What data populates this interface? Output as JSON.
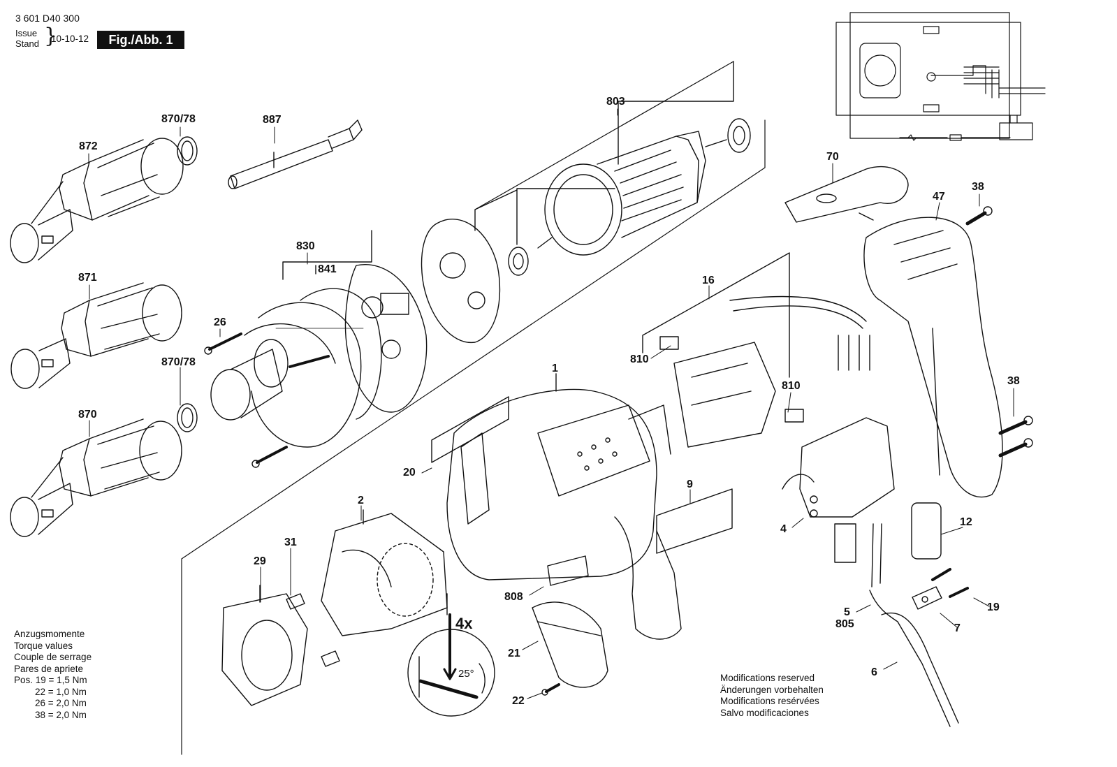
{
  "header": {
    "part_number": "3 601 D40 300",
    "issue_label": "Issue",
    "stand_label": "Stand",
    "date": "10-10-12",
    "figure_label": "Fig./Abb. 1"
  },
  "parts": {
    "p872": "872",
    "p870_78_a": "870/78",
    "p887": "887",
    "p803": "803",
    "p70": "70",
    "p38_a": "38",
    "p47": "47",
    "p871": "871",
    "p830": "830",
    "p841": "841",
    "p16": "16",
    "p26": "26",
    "p810_a": "810",
    "p870_78_b": "870/78",
    "p810_b": "810",
    "p870": "870",
    "p1": "1",
    "p38_b": "38",
    "p20": "20",
    "p9": "9",
    "p2": "2",
    "p31": "31",
    "p29": "29",
    "p4": "4",
    "p12": "12",
    "p808": "808",
    "p5": "5",
    "p805": "805",
    "p19": "19",
    "p7": "7",
    "p21": "21",
    "p6": "6",
    "p22": "22"
  },
  "detail": {
    "quantity": "4x",
    "angle": "25°"
  },
  "torque": {
    "lines": [
      "Anzugsmomente",
      "Torque values",
      "Couple de serrage",
      "Pares de apriete"
    ],
    "values": [
      "Pos. 19 = 1,5 Nm",
      "22 = 1,0 Nm",
      "26 = 2,0 Nm",
      "38 = 2,0 Nm"
    ]
  },
  "notes": [
    "Modifications reserved",
    "Änderungen vorbehalten",
    "Modifications resérvées",
    "Salvo modificaciones"
  ]
}
